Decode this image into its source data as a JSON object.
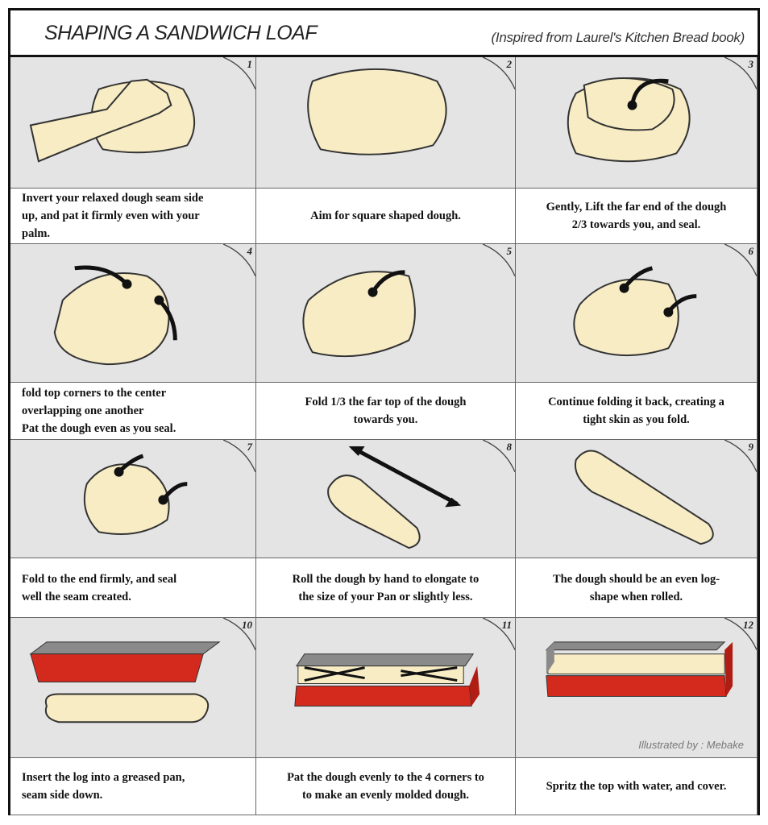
{
  "title": "SHAPING A SANDWICH LOAF",
  "subtitle": "(Inspired from Laurel's Kitchen Bread book)",
  "credit": "Illustrated by : Mebake",
  "colors": {
    "dough": "#f7ecc4",
    "panel_bg": "#e4e4e4",
    "pan_red": "#d42a1e",
    "pan_gray": "#8a8a8a"
  },
  "steps": [
    {
      "number": "1",
      "caption": "Invert your relaxed dough seam side\nup, and pat it firmly even with your\npalm."
    },
    {
      "number": "2",
      "caption": "Aim for square shaped dough."
    },
    {
      "number": "3",
      "caption": "Gently, Lift the far end of the dough\n2/3 towards you, and seal."
    },
    {
      "number": "4",
      "caption": "fold top corners to the center\noverlapping one another\nPat the dough even as you seal."
    },
    {
      "number": "5",
      "caption": "Fold 1/3 the far top of the dough\ntowards you."
    },
    {
      "number": "6",
      "caption": "Continue folding it back, creating a\ntight skin as you fold."
    },
    {
      "number": "7",
      "caption": "Fold to the end firmly, and seal\nwell the seam created."
    },
    {
      "number": "8",
      "caption": "Roll the dough by hand to elongate to\nthe size of your Pan or slightly less."
    },
    {
      "number": "9",
      "caption": "The dough should be an even log-\nshape when rolled."
    },
    {
      "number": "10",
      "caption": "Insert the log into a greased pan,\nseam side down."
    },
    {
      "number": "11",
      "caption": "Pat the dough evenly to the 4 corners to\nto make an evenly molded dough."
    },
    {
      "number": "12",
      "caption": "Spritz the top with water, and cover."
    }
  ]
}
